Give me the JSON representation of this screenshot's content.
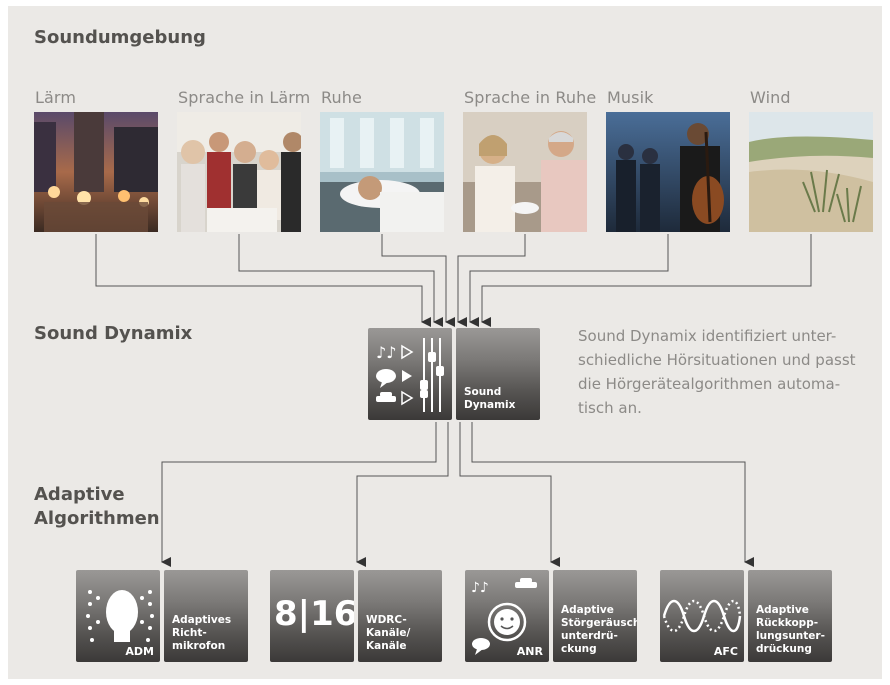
{
  "sections": {
    "environment": "Soundumgebung",
    "dynamix": "Sound Dynamix",
    "adaptive": "Adaptive\nAlgorithmen"
  },
  "environments": [
    {
      "label": "Lärm"
    },
    {
      "label": "Sprache in Lärm"
    },
    {
      "label": "Ruhe"
    },
    {
      "label": "Sprache in Ruhe"
    },
    {
      "label": "Musik"
    },
    {
      "label": "Wind"
    }
  ],
  "sound_dynamix": {
    "label": "Sound\nDynamix",
    "description": "Sound Dynamix identifiziert unter-\nschiedliche Hörsituationen und passt\ndie Hörgerätealgorithmen automa-\ntisch an."
  },
  "algorithms": [
    {
      "abbr": "ADM",
      "label": "Adaptives\nRicht-\nmikrofon"
    },
    {
      "abbr": "8|16",
      "label": "WDRC-\nKanäle/\nKanäle"
    },
    {
      "abbr": "ANR",
      "label": "Adaptive\nStörgeräusch-\nunterdrü-\nckung"
    },
    {
      "abbr": "AFC",
      "label": "Adaptive\nRückkopp-\nlungsunter-\ndrückung"
    }
  ],
  "colors": {
    "background": "#ebe9e6",
    "title": "#54524f",
    "label": "#8c8a87",
    "line": "#555555"
  }
}
